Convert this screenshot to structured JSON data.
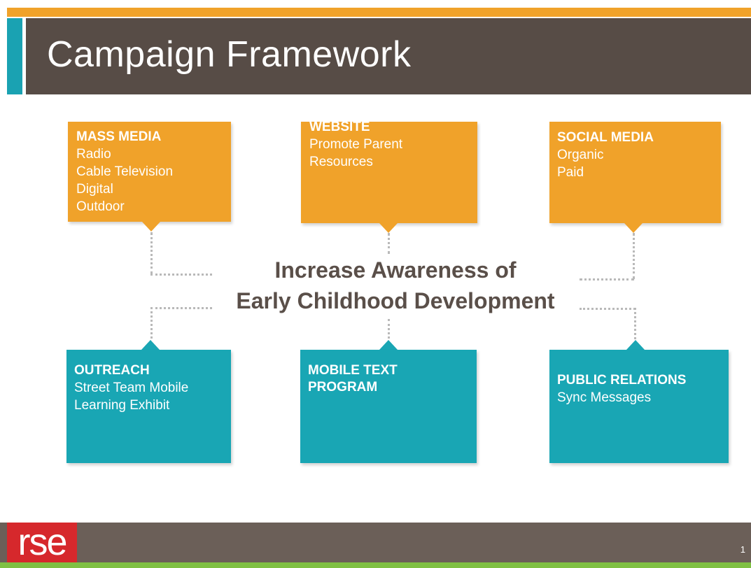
{
  "title": "Campaign Framework",
  "center": {
    "line1": "Increase Awareness of",
    "line2": "Early Childhood Development"
  },
  "boxes": {
    "mass_media": {
      "heading": "MASS MEDIA",
      "items": [
        "Radio",
        "Cable Television",
        "Digital",
        "Outdoor"
      ]
    },
    "website": {
      "heading": "WEBSITE",
      "items": [
        "Promote Parent",
        "Resources"
      ]
    },
    "social_media": {
      "heading": "SOCIAL MEDIA",
      "items": [
        "Organic",
        "Paid"
      ]
    },
    "outreach": {
      "heading": "OUTREACH",
      "items": [
        "Street Team Mobile",
        "Learning Exhibit"
      ]
    },
    "mobile_text": {
      "heading": "MOBILE TEXT",
      "heading2": "PROGRAM"
    },
    "public_relations": {
      "heading": "PUBLIC RELATIONS",
      "items": [
        "Sync Messages"
      ]
    }
  },
  "footer": {
    "logo_text": "rse",
    "page_number": "1"
  },
  "colors": {
    "orange": "#f0a22a",
    "teal": "#19a6b4",
    "title_band": "#574c46",
    "footer_band": "#6b5f58",
    "logo_red": "#d6282c",
    "accent_green": "#7fc043"
  }
}
